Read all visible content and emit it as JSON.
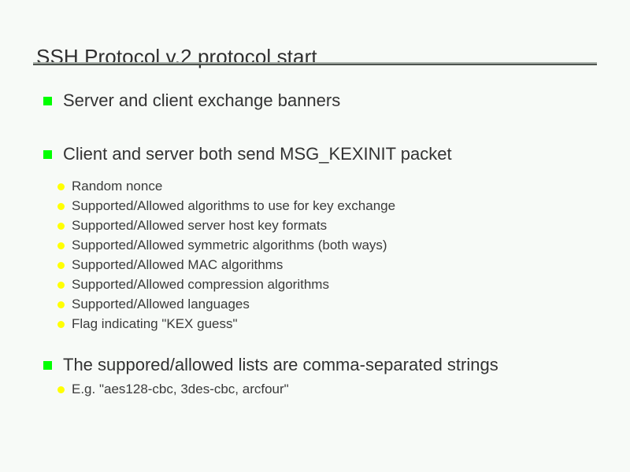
{
  "slide": {
    "title": "SSH Protocol v.2 protocol start",
    "background_color": "#f7faf7",
    "text_color": "#333333",
    "level1_bullet_color": "#00ff00",
    "level2_bullet_color": "#ffff00",
    "rule_light_color": "#a8b0aa",
    "rule_dark_color": "#4d534e",
    "blocks": [
      {
        "level1": "Server and client exchange banners",
        "level2": []
      },
      {
        "level1": "Client and server both send MSG_KEXINIT packet",
        "level2": [
          "Random nonce",
          "Supported/Allowed algorithms to use for key exchange",
          "Supported/Allowed server host key formats",
          "Supported/Allowed symmetric algorithms (both ways)",
          "Supported/Allowed MAC algorithms",
          "Supported/Allowed compression algorithms",
          "Supported/Allowed languages",
          "Flag indicating \"KEX guess\""
        ]
      },
      {
        "level1": "The suppored/allowed lists are comma-separated strings",
        "level2": [
          "E.g. \"aes128-cbc, 3des-cbc, arcfour\""
        ]
      }
    ]
  }
}
